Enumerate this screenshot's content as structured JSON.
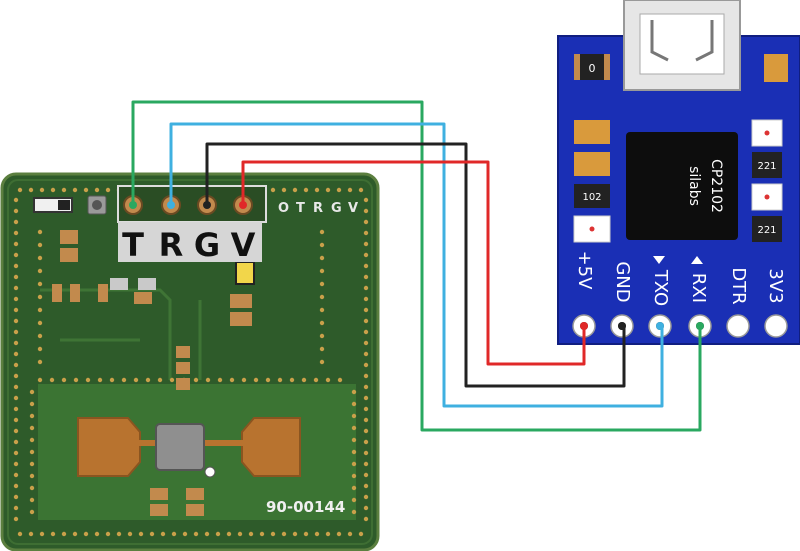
{
  "radar_module": {
    "pin_labels": [
      "T",
      "R",
      "G",
      "V"
    ],
    "silk_pin_labels": [
      "O",
      "T",
      "R",
      "G",
      "V"
    ],
    "part_number": "90-00144"
  },
  "usb_adapter": {
    "chip_brand": "silabs",
    "chip_model": "CP2102",
    "pin_labels": [
      "+5V",
      "GND",
      "TXO",
      "RXI",
      "DTR",
      "3V3"
    ],
    "component_labels": [
      "0",
      "102",
      "221",
      "221"
    ]
  },
  "wires": [
    {
      "from": "T",
      "to": "RXI",
      "color": "#2aa860"
    },
    {
      "from": "R",
      "to": "TXO",
      "color": "#3fb0e0"
    },
    {
      "from": "G",
      "to": "GND",
      "color": "#222222"
    },
    {
      "from": "V",
      "to": "+5V",
      "color": "#e02828"
    }
  ],
  "colors": {
    "pcb_green": "#2e5b2a",
    "pcb_blue": "#1a2fb5",
    "copper": "#b8732f",
    "chip": "#0d0d0d"
  }
}
